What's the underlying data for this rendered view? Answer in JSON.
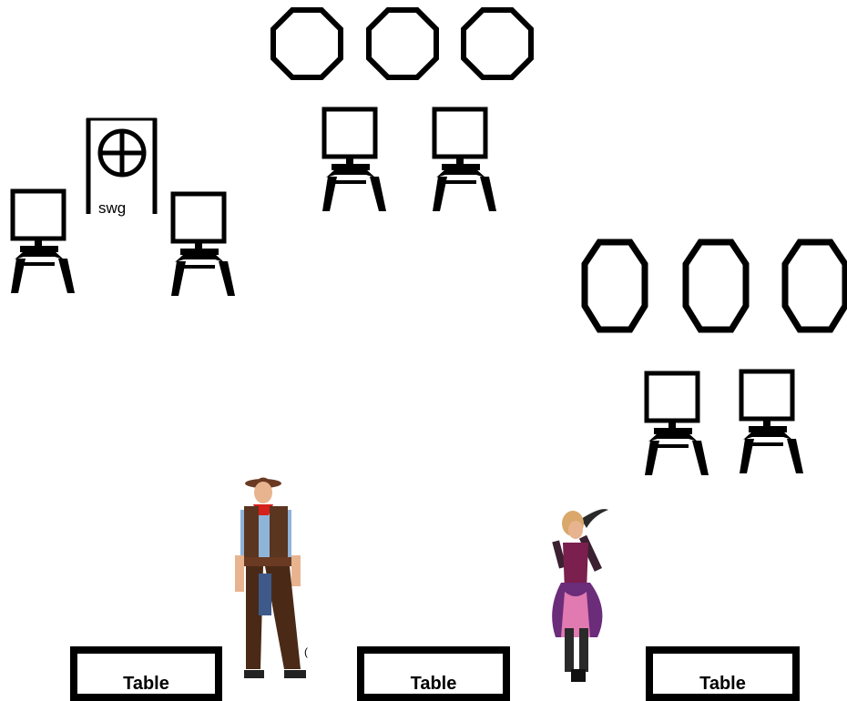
{
  "stage_label": "swg",
  "tables": [
    {
      "label": "Table"
    },
    {
      "label": "Table"
    },
    {
      "label": "Table"
    }
  ],
  "figures": [
    {
      "icon": "cowboy-figure"
    },
    {
      "icon": "saloon-girl-figure"
    }
  ],
  "colors": {
    "line": "#000000",
    "background": "#ffffff",
    "hat": "#6b3a22",
    "vest": "#5a3520",
    "bandana": "#d6201b",
    "shirt": "#8fb4d9",
    "chaps": "#4a2a16",
    "dress": "#7a1f4e",
    "skirt": "#6b2c7a"
  }
}
